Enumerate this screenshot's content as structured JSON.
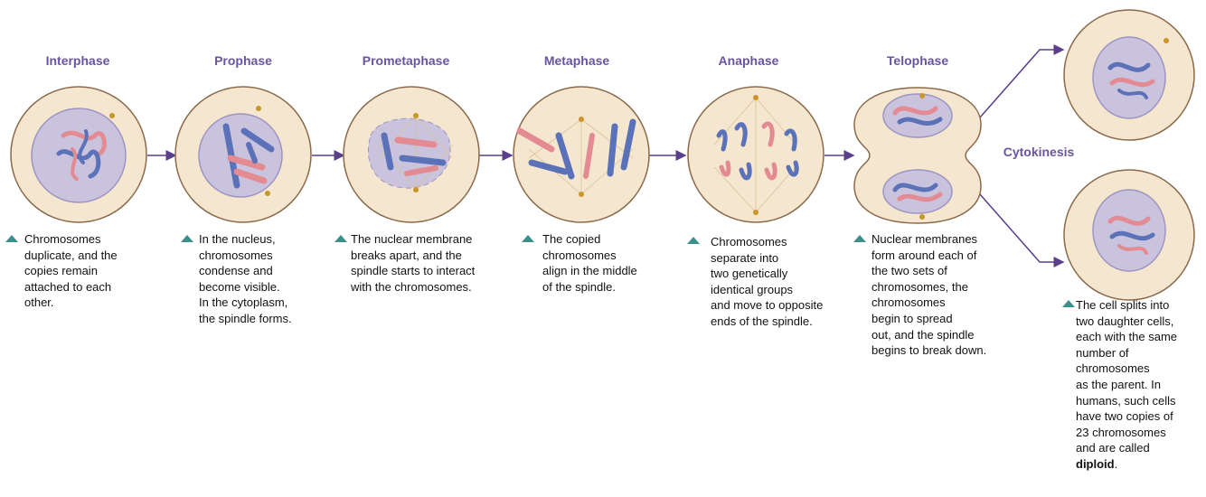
{
  "stages": [
    {
      "id": "interphase",
      "title": "Interphase",
      "caption": [
        "Chromosomes",
        "duplicate, and the",
        "copies remain",
        "attached to each",
        "other."
      ]
    },
    {
      "id": "prophase",
      "title": "Prophase",
      "caption": [
        "In the nucleus,",
        "chromosomes",
        "condense and",
        "become visible.",
        "In the cytoplasm,",
        "the spindle forms."
      ]
    },
    {
      "id": "prometaphase",
      "title": "Prometaphase",
      "caption": [
        "The nuclear membrane",
        "breaks apart, and the",
        "spindle starts to interact",
        "with the chromosomes."
      ]
    },
    {
      "id": "metaphase",
      "title": "Metaphase",
      "caption": [
        "The copied",
        "chromosomes",
        "align in the middle",
        "of the spindle."
      ]
    },
    {
      "id": "anaphase",
      "title": "Anaphase",
      "caption": [
        "Chromosomes",
        "separate into",
        "two genetically",
        "identical groups",
        "and move to opposite",
        "ends of the spindle."
      ]
    },
    {
      "id": "telophase",
      "title": "Telophase",
      "caption": [
        "Nuclear membranes",
        "form around each of",
        "the two sets of",
        "chromosomes, the",
        "chromosomes",
        "begin to spread",
        "out, and the spindle",
        "begins to break down."
      ]
    }
  ],
  "cytokinesis": {
    "title": "Cytokinesis",
    "caption": [
      "The cell splits into",
      "two daughter cells,",
      "each with the same",
      "number of",
      "chromosomes",
      "as the parent. In",
      "humans, such cells",
      "have two copies of",
      "23 chromosomes",
      "and are called"
    ],
    "caption_bold": "diploid",
    "caption_tail": "."
  },
  "colors": {
    "title": "#6a54a0",
    "cell_fill": "#f5e6cf",
    "cell_outline": "#8a6a4a",
    "nucleus_fill": "#c9c3dd",
    "nucleus_outline": "#9d95c2",
    "chromosome_blue": "#5b72b8",
    "chromosome_pink": "#e48a93",
    "centrosome": "#c8962a",
    "arrow": "#5a3f8a",
    "bullet": "#3b8f8c"
  }
}
